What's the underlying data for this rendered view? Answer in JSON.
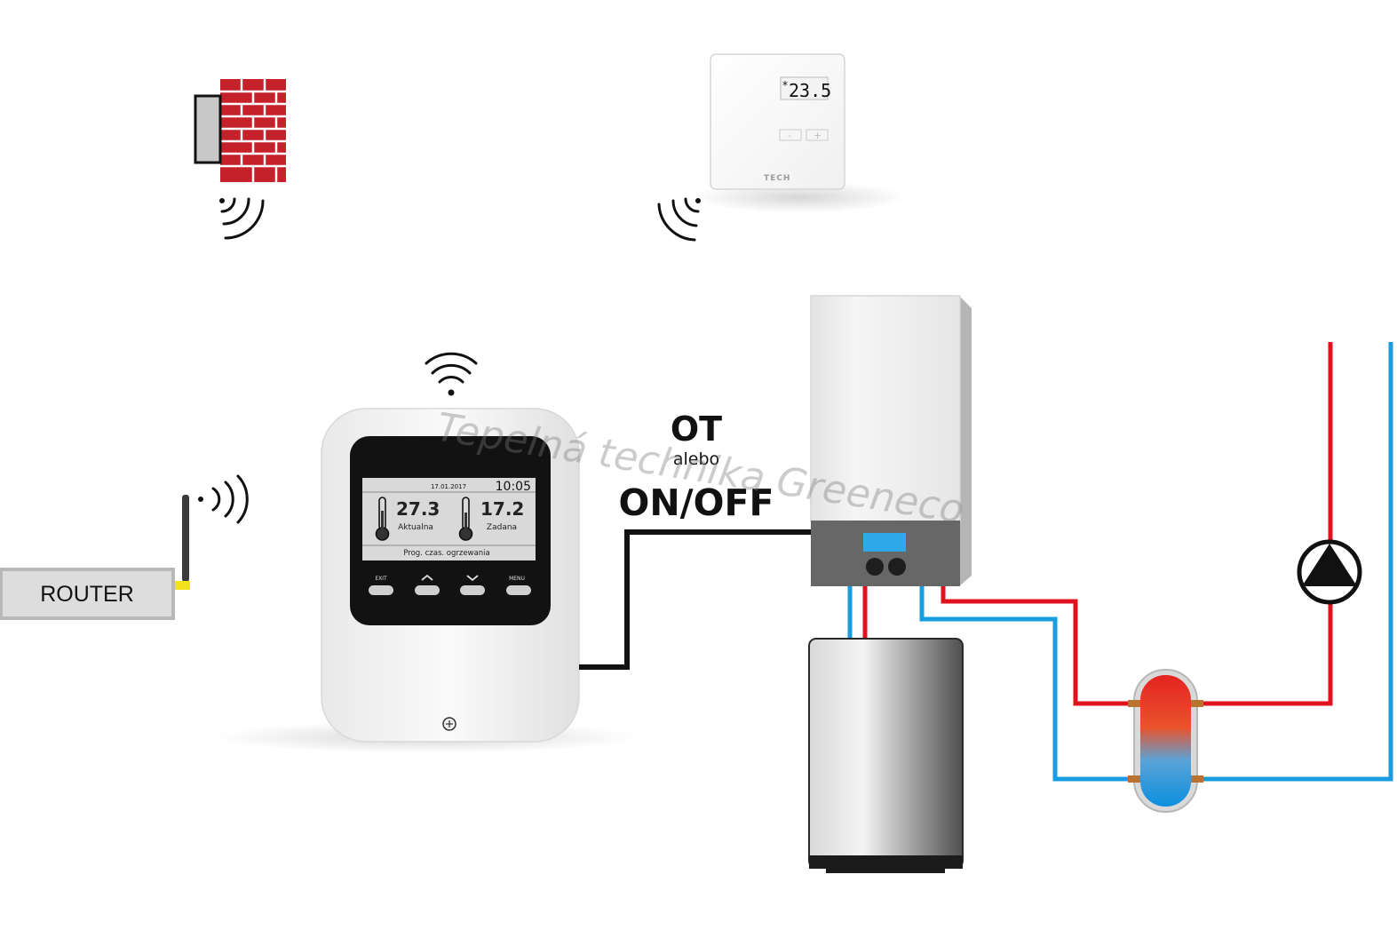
{
  "router": {
    "label": "ROUTER"
  },
  "room_thermostat": {
    "display_value": "23.5",
    "display_prefix": "*",
    "minus_label": "-",
    "plus_label": "+",
    "brand": "TECH"
  },
  "controller": {
    "date": "17.01.2017",
    "time": "10:05",
    "current_temp": "27.3",
    "current_label": "Aktualna",
    "set_temp": "17.2",
    "set_label": "Zadana",
    "program_label": "Prog. czas. ogrzewania",
    "buttons": [
      "EXIT",
      "^",
      "v",
      "MENU"
    ]
  },
  "connection": {
    "label_ot": "OT",
    "label_or": "alebo",
    "label_onoff": "ON/OFF"
  },
  "watermark": {
    "text": "Tepelná technika Greeneco"
  },
  "colors": {
    "hot_pipe": "#e0121d",
    "cold_pipe": "#1a9de0",
    "brick": "#c4212b",
    "mortar": "#ffffff",
    "router_body": "#dddddd",
    "controller_screen_bg": "#d9d9d9",
    "boiler_panel": "#666666",
    "boiler_display": "#2ea9e8",
    "antenna_tip": "#f2e21a"
  }
}
